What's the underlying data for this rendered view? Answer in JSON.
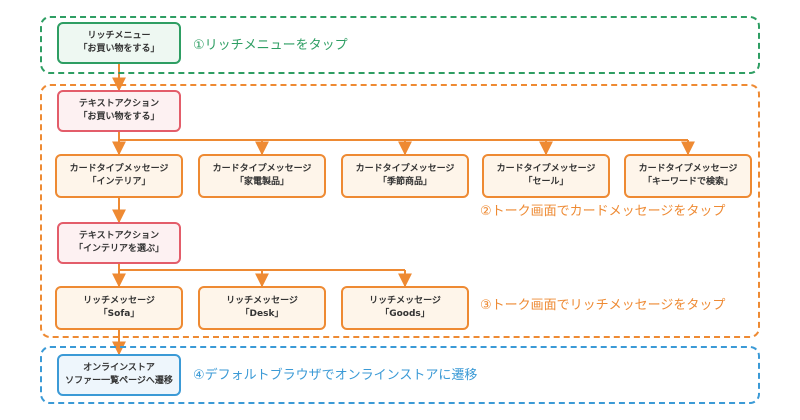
{
  "colors": {
    "green": "#2e9e63",
    "red": "#e35d6a",
    "orange": "#ee8a33",
    "blue": "#3b9ad6"
  },
  "regions": {
    "step1": "①リッチメニューをタップ",
    "step2": "②トーク画面でカードメッセージをタップ",
    "step3": "③トーク画面でリッチメッセージをタップ",
    "step4": "④デフォルトブラウザでオンラインストアに遷移"
  },
  "nodes": {
    "rich_menu": {
      "line1": "リッチメニュー",
      "line2": "「お買い物をする」"
    },
    "text_action_shopping": {
      "line1": "テキストアクション",
      "line2": "「お買い物をする」"
    },
    "cards": [
      {
        "line1": "カードタイプメッセージ",
        "line2": "「インテリア」"
      },
      {
        "line1": "カードタイプメッセージ",
        "line2": "「家電製品」"
      },
      {
        "line1": "カードタイプメッセージ",
        "line2": "「季節商品」"
      },
      {
        "line1": "カードタイプメッセージ",
        "line2": "「セール」"
      },
      {
        "line1": "カードタイプメッセージ",
        "line2": "「キーワードで検索」"
      }
    ],
    "text_action_interior": {
      "line1": "テキストアクション",
      "line2": "「インテリアを選ぶ」"
    },
    "rich_messages": [
      {
        "line1": "リッチメッセージ",
        "line2": "「Sofa」"
      },
      {
        "line1": "リッチメッセージ",
        "line2": "「Desk」"
      },
      {
        "line1": "リッチメッセージ",
        "line2": "「Goods」"
      }
    ],
    "online_store": {
      "line1": "オンラインストア",
      "line2": "ソファー一覧ページへ遷移"
    }
  }
}
